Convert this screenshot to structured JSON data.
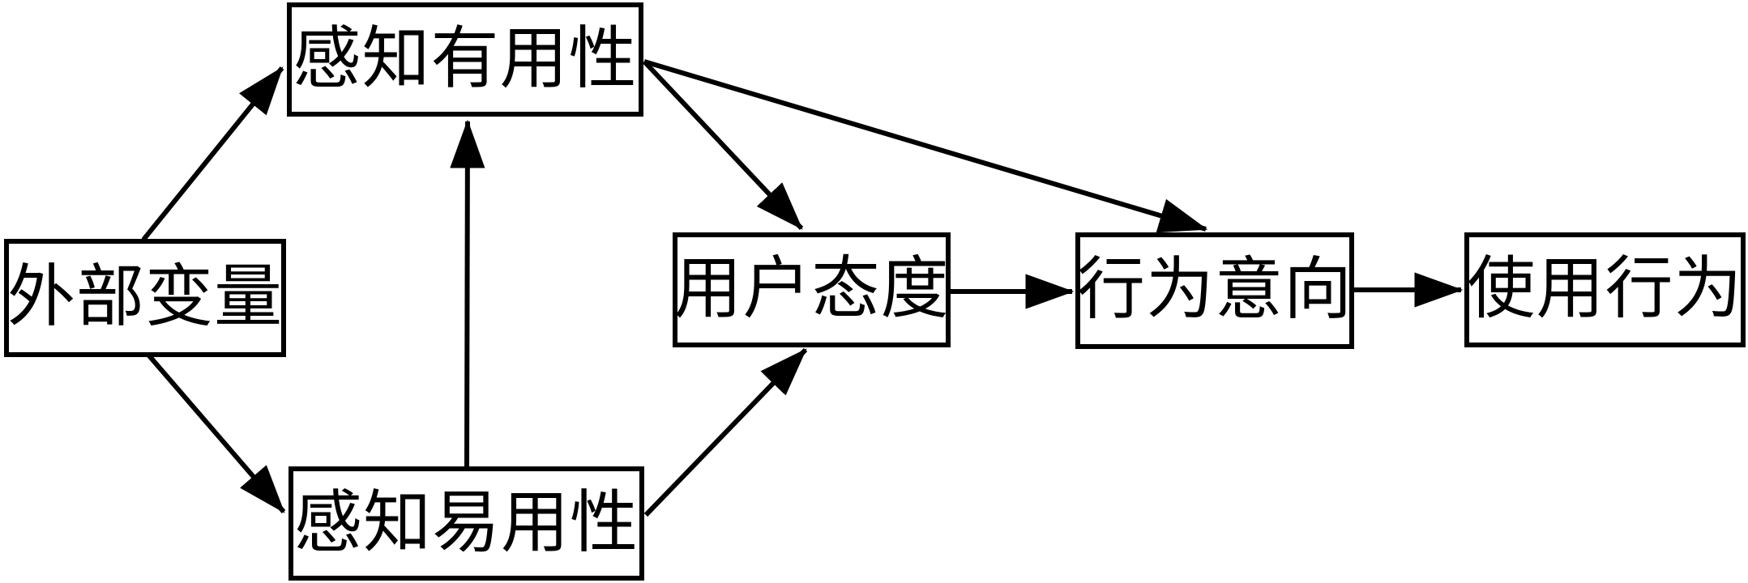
{
  "diagram": {
    "nodes": {
      "external_variables": {
        "label": "外部变量"
      },
      "perceived_usefulness": {
        "label": "感知有用性"
      },
      "perceived_ease_of_use": {
        "label": "感知易用性"
      },
      "user_attitude": {
        "label": "用户态度"
      },
      "behavioral_intention": {
        "label": "行为意向"
      },
      "usage_behavior": {
        "label": "使用行为"
      }
    },
    "edges": [
      {
        "from": "external_variables",
        "to": "perceived_usefulness"
      },
      {
        "from": "external_variables",
        "to": "perceived_ease_of_use"
      },
      {
        "from": "perceived_ease_of_use",
        "to": "perceived_usefulness"
      },
      {
        "from": "perceived_usefulness",
        "to": "user_attitude"
      },
      {
        "from": "perceived_usefulness",
        "to": "behavioral_intention"
      },
      {
        "from": "perceived_ease_of_use",
        "to": "user_attitude"
      },
      {
        "from": "user_attitude",
        "to": "behavioral_intention"
      },
      {
        "from": "behavioral_intention",
        "to": "usage_behavior"
      }
    ],
    "colors": {
      "line": "#000000",
      "box_border": "#000000",
      "text": "#000000",
      "background": "#ffffff"
    }
  }
}
